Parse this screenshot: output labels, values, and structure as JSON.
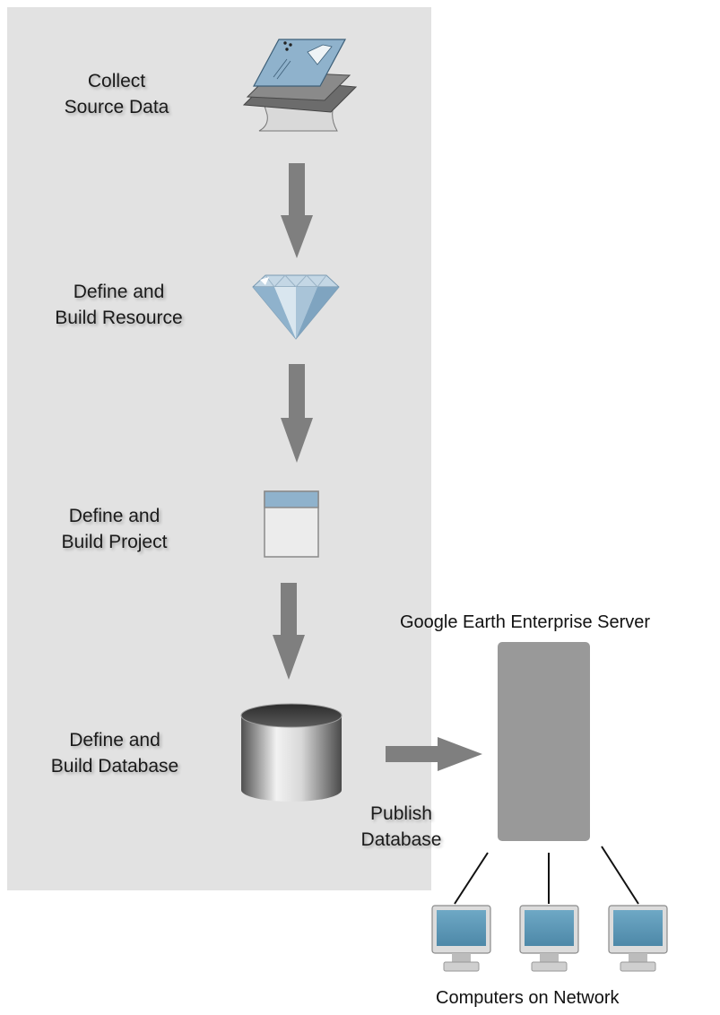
{
  "steps": [
    {
      "line1": "Collect",
      "line2": "Source Data",
      "icon": "map-layers-icon"
    },
    {
      "line1": "Define and",
      "line2": "Build Resource",
      "icon": "gem-icon"
    },
    {
      "line1": "Define and",
      "line2": "Build Project",
      "icon": "window-icon"
    },
    {
      "line1": "Define and",
      "line2": "Build Database",
      "icon": "database-cylinder-icon"
    }
  ],
  "publish": {
    "line1": "Publish",
    "line2": "Database"
  },
  "server": {
    "title": "Google Earth Enterprise Server"
  },
  "network": {
    "label": "Computers on Network",
    "computer_count": 3
  },
  "colors": {
    "panel": "#e2e2e2",
    "arrow": "#7f7f7f",
    "server": "#999999",
    "screen": "#5f9ab8",
    "accent_blue": "#8fb2cc"
  }
}
